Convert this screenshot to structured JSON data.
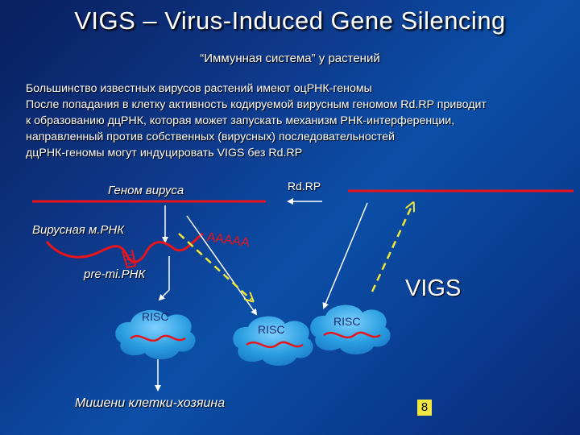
{
  "title": "VIGS – Virus-Induced Gene Silencing",
  "subtitle": "“Иммунная система” у растений",
  "body_lines": [
    "Большинство известных вирусов растений имеют оцРНК-геномы",
    "После попадания в клетку активность кодируемой вирусным геномом Rd.RP приводит",
    "к образованию дцРНК, которая может запускать механизм РНК-интерференции,",
    "направленный против собственных (вирусных) последовательностей",
    "дцРНК-геномы могут индуцировать VIGS без Rd.RP"
  ],
  "diagram": {
    "virus_genome_label": "Геном вируса",
    "rdrp_label": "Rd.RP",
    "viral_mrna_label": "Вирусная м.РНК",
    "poly_a_label": "AAAAA",
    "pre_mirna_label": "pre-mi.РНК",
    "vigs_label": "VIGS",
    "risc_labels": [
      "RISC",
      "RISC",
      "RISC"
    ],
    "host_targets_label": "Мишени клетки-хозяина"
  },
  "page_number": "8",
  "colors": {
    "background": "#0e3a8c",
    "red_line": "#e8141c",
    "cloud": "#2aa6e8",
    "dashed_arrow": "#f0e838",
    "page_number_bg": "#f0e840"
  }
}
